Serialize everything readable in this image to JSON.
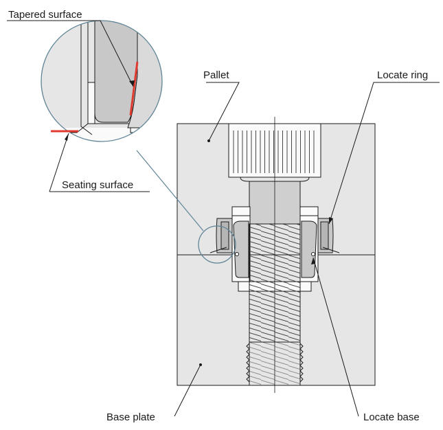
{
  "labels": {
    "tapered_surface": "Tapered surface",
    "seating_surface": "Seating surface",
    "pallet": "Pallet",
    "locate_ring": "Locate ring",
    "base_plate": "Base plate",
    "locate_base": "Locate base"
  },
  "colors": {
    "plate_fill": "#e6e6e6",
    "part_fill": "#c8c8c8",
    "detail_fill": "#dadada",
    "highlight": "#e03a2f",
    "callout_circle": "#5f8496",
    "outline": "#1a1a1a"
  }
}
